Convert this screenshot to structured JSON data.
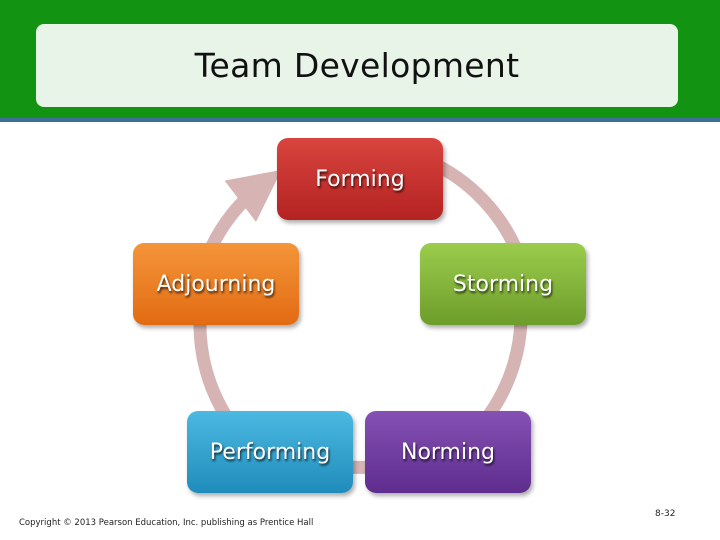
{
  "header": {
    "title": "Team Development",
    "band_color": "#129412",
    "title_box_color": "#e9f4e9"
  },
  "cycle": {
    "direction": "clockwise",
    "arrow_color": "#d6b4b4",
    "stages": [
      {
        "label": "Forming",
        "color": "#c33030"
      },
      {
        "label": "Storming",
        "color": "#86b53a"
      },
      {
        "label": "Norming",
        "color": "#713fa1"
      },
      {
        "label": "Performing",
        "color": "#33a3d0"
      },
      {
        "label": "Adjourning",
        "color": "#ec7f20"
      }
    ]
  },
  "footer": {
    "copyright": "Copyright © 2013 Pearson Education, Inc. publishing as Prentice Hall",
    "slide_number": "8-32"
  }
}
